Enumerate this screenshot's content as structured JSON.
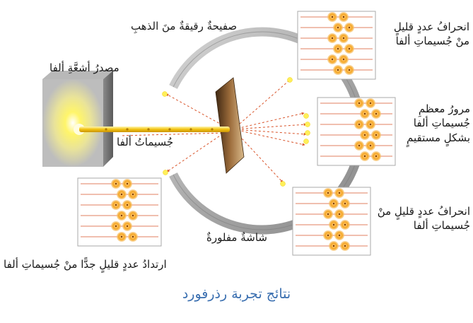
{
  "labels": {
    "source": "مصدرُ أشعَّةِ ألفا",
    "foil": "صفيحةٌ رقيقةٌ منَ الذهبِ",
    "particles": "جُسيماتُ ألفا",
    "screen": "شاشةٌ مفلورةٌ",
    "top_right": "انحرافُ عددٍ قليلٍ منْ جُسيماتِ ألفا",
    "middle_right": "مرورُ معظمِ جُسيماتِ ألفا بشكلٍ مستقيمٍ",
    "bottom_right": "انحرافُ عددٍ قليلٍ منْ جُسيماتِ ألفا",
    "bottom_left": "ارتدادُ عددٍ قليلٍ جدًّا منْ جُسيماتِ ألفا"
  },
  "title": "نتائج تجربة رذرفورد",
  "colors": {
    "title": "#3a6fb0",
    "screen_ring": "#9a9a9a",
    "foil": "#6b4a2a",
    "beam": "#f2c20f",
    "particle_path": "#d9542a",
    "atom": "#f5a623",
    "glow": "#ffef5a"
  }
}
